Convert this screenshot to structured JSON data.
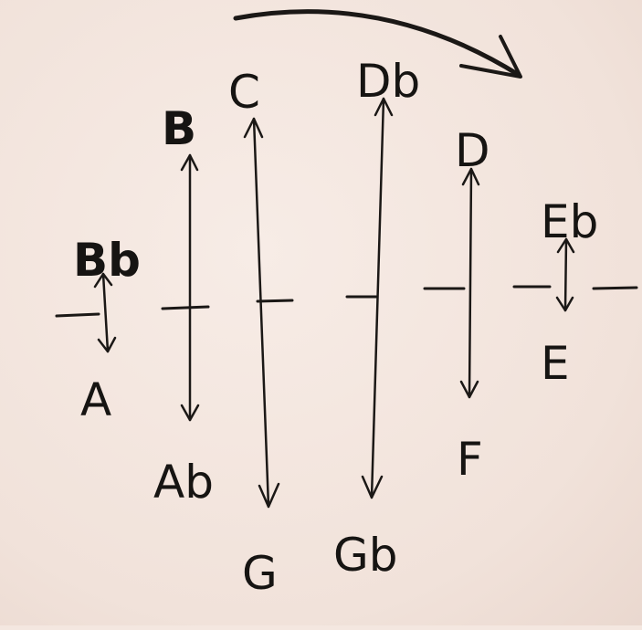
{
  "diagram": {
    "pairs": [
      {
        "top": "Bb",
        "bottom": "A"
      },
      {
        "top": "B",
        "bottom": "Ab"
      },
      {
        "top": "C",
        "bottom": "G"
      },
      {
        "top": "Db",
        "bottom": "Gb"
      },
      {
        "top": "D",
        "bottom": "F"
      },
      {
        "top": "Eb",
        "bottom": "E"
      }
    ],
    "ink_color": "#1b1816",
    "background_color": "#f4e7e0"
  }
}
